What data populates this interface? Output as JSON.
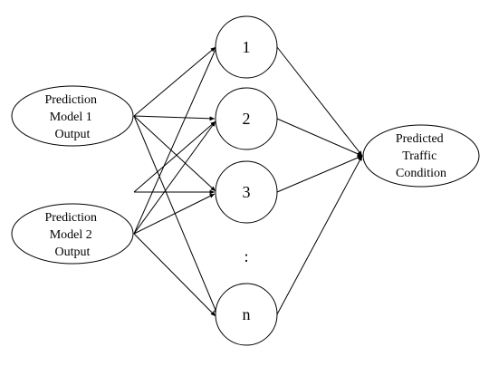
{
  "inputs": [
    {
      "lines": [
        "Prediction",
        "Model 1",
        "Output"
      ]
    },
    {
      "lines": [
        "Prediction",
        "Model 2",
        "Output"
      ]
    }
  ],
  "hidden": [
    {
      "label": "1"
    },
    {
      "label": "2"
    },
    {
      "label": "3"
    },
    {
      "label": "n"
    }
  ],
  "ellipsis": ":",
  "output": {
    "lines": [
      "Predicted",
      "Traffic",
      "Condition"
    ]
  },
  "colors": {
    "stroke": "#000000",
    "fill": "#ffffff",
    "text": "#000000"
  }
}
